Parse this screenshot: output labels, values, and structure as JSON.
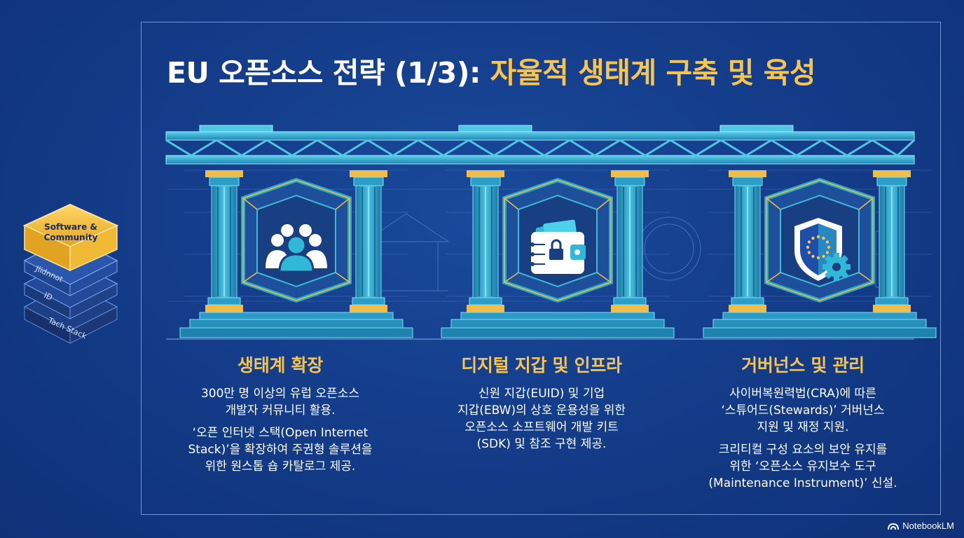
{
  "title": {
    "part1": "EU 오픈소스 전략 (1/3):",
    "part2": "자율적 생태계 구축 및 육성"
  },
  "stack": {
    "top": [
      "Software &",
      "Community"
    ],
    "layer1": "Jlidnnot",
    "layer2": "ID",
    "layer3": "Tach Stack"
  },
  "pillars": [
    {
      "icon": "community-icon",
      "heading": "생태계 확장",
      "paragraphs": [
        [
          "300만 명 이상의 유럽 오픈소스",
          "개발자 커뮤니티 활용."
        ],
        [
          "‘오픈 인터넷 스택(Open Internet",
          "Stack)’을 확장하여 주권형 솔루션을",
          "위한 원스톱 숍 카탈로그 제공."
        ]
      ]
    },
    {
      "icon": "digital-wallet-icon",
      "heading": "디지털 지갑 및 인프라",
      "paragraphs": [
        [
          "신원 지갑(EUID) 및 기업",
          "지갑(EBW)의 상호 운용성을 위한",
          "오픈소스 소프트웨어 개발 키트",
          "(SDK) 및 참조 구현 제공."
        ]
      ]
    },
    {
      "icon": "eu-shield-gear-icon",
      "heading": "거버넌스 및 관리",
      "paragraphs": [
        [
          "사이버복원력법(CRA)에 따른",
          "‘스튜어드(Stewards)’ 거버넌스",
          "지원 및 재정 지원."
        ],
        [
          "크리티컬 구성 요소의 보안 유지를",
          "위한 ‘오픈소스 유지보수 도구",
          "(Maintenance Instrument)’ 신설."
        ]
      ]
    }
  ],
  "brand": "NotebookLM",
  "colors": {
    "background": "#143d8a",
    "accent_gold": "#f6c451",
    "pillar_teal": "#2aa6c8",
    "frame_line": "#6f95d3"
  }
}
